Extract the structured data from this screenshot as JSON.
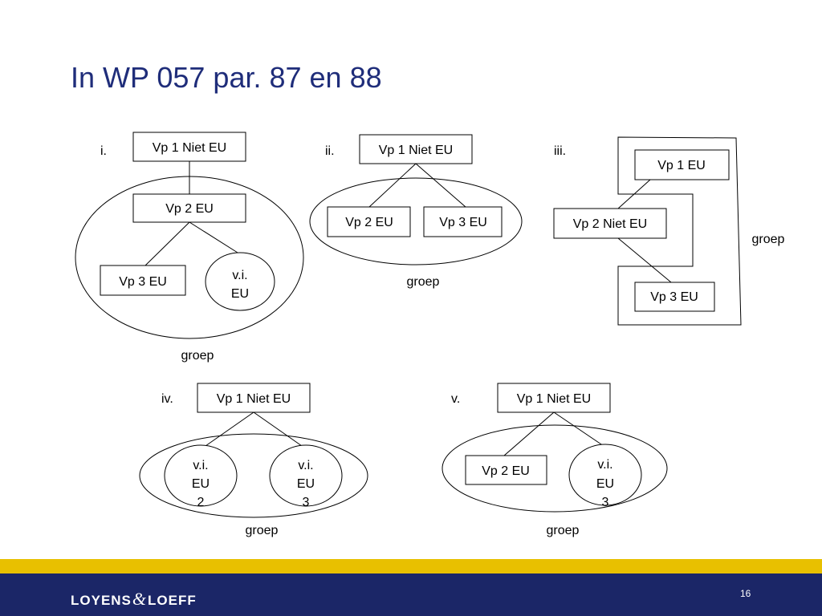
{
  "slide": {
    "title": "In WP 057 par. 87 en 88",
    "page_number": "16",
    "logo": {
      "left": "LOYENS",
      "mark": "&",
      "right": "LOEFF"
    }
  },
  "colors": {
    "title": "#1f2d7a",
    "footer_band": "#e8c000",
    "footer": "#1b2667"
  },
  "diagrams": {
    "i": {
      "label": "i.",
      "top": "Vp 1 Niet EU",
      "mid": "Vp 2 EU",
      "left_leaf": "Vp 3 EU",
      "right_leaf": [
        "v.i.",
        "EU"
      ],
      "group": "groep"
    },
    "ii": {
      "label": "ii.",
      "top": "Vp 1 Niet EU",
      "left_leaf": "Vp 2 EU",
      "right_leaf": "Vp 3 EU",
      "group": "groep"
    },
    "iii": {
      "label": "iii.",
      "top": "Vp 1 EU",
      "mid": "Vp 2 Niet EU",
      "bottom": "Vp 3 EU",
      "group": "groep"
    },
    "iv": {
      "label": "iv.",
      "top": "Vp 1 Niet EU",
      "left_leaf": [
        "v.i.",
        "EU",
        "2"
      ],
      "right_leaf": [
        "v.i.",
        "EU",
        "3"
      ],
      "group": "groep"
    },
    "v": {
      "label": "v.",
      "top": "Vp 1 Niet EU",
      "left_leaf": "Vp 2 EU",
      "right_leaf": [
        "v.i.",
        "EU",
        "3"
      ],
      "group": "groep"
    }
  }
}
